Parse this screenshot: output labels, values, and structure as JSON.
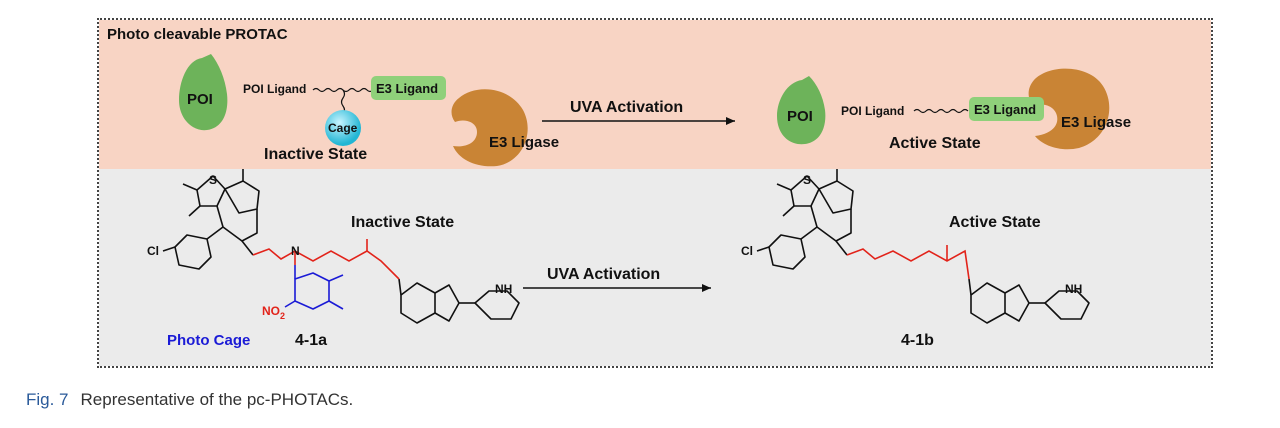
{
  "top": {
    "title": "Photo cleavable PROTAC",
    "poi": "POI",
    "poi_ligand": "POI Ligand",
    "e3_ligand": "E3 Ligand",
    "cage": "Cage",
    "inactive_state": "Inactive State",
    "e3_ligase": "E3 Ligase",
    "uva_activation": "UVA Activation",
    "active_state": "Active State"
  },
  "bottom": {
    "inactive_state": "Inactive State",
    "active_state": "Active State",
    "uva_activation": "UVA Activation",
    "photo_cage": "Photo Cage",
    "compound_left": "4-1a",
    "compound_right": "4-1b",
    "atoms": {
      "S": "S",
      "N": "N",
      "Cl": "Cl",
      "O": "O",
      "H": "H",
      "NH": "NH",
      "NO2": "NO",
      "sub2": "2"
    }
  },
  "colors": {
    "top_bg": "#f8d4c4",
    "bottom_bg": "#ebebeb",
    "poi_green": "#6db35a",
    "ligand_green": "#8fd07a",
    "ligase_orange": "#c98435",
    "cage_cyan": "#3fc4dd",
    "linker_red": "#e2231a",
    "cage_blue": "#1b1bd6"
  },
  "caption": {
    "fig": "Fig. 7",
    "text": "Representative of the pc-PHOTACs."
  }
}
